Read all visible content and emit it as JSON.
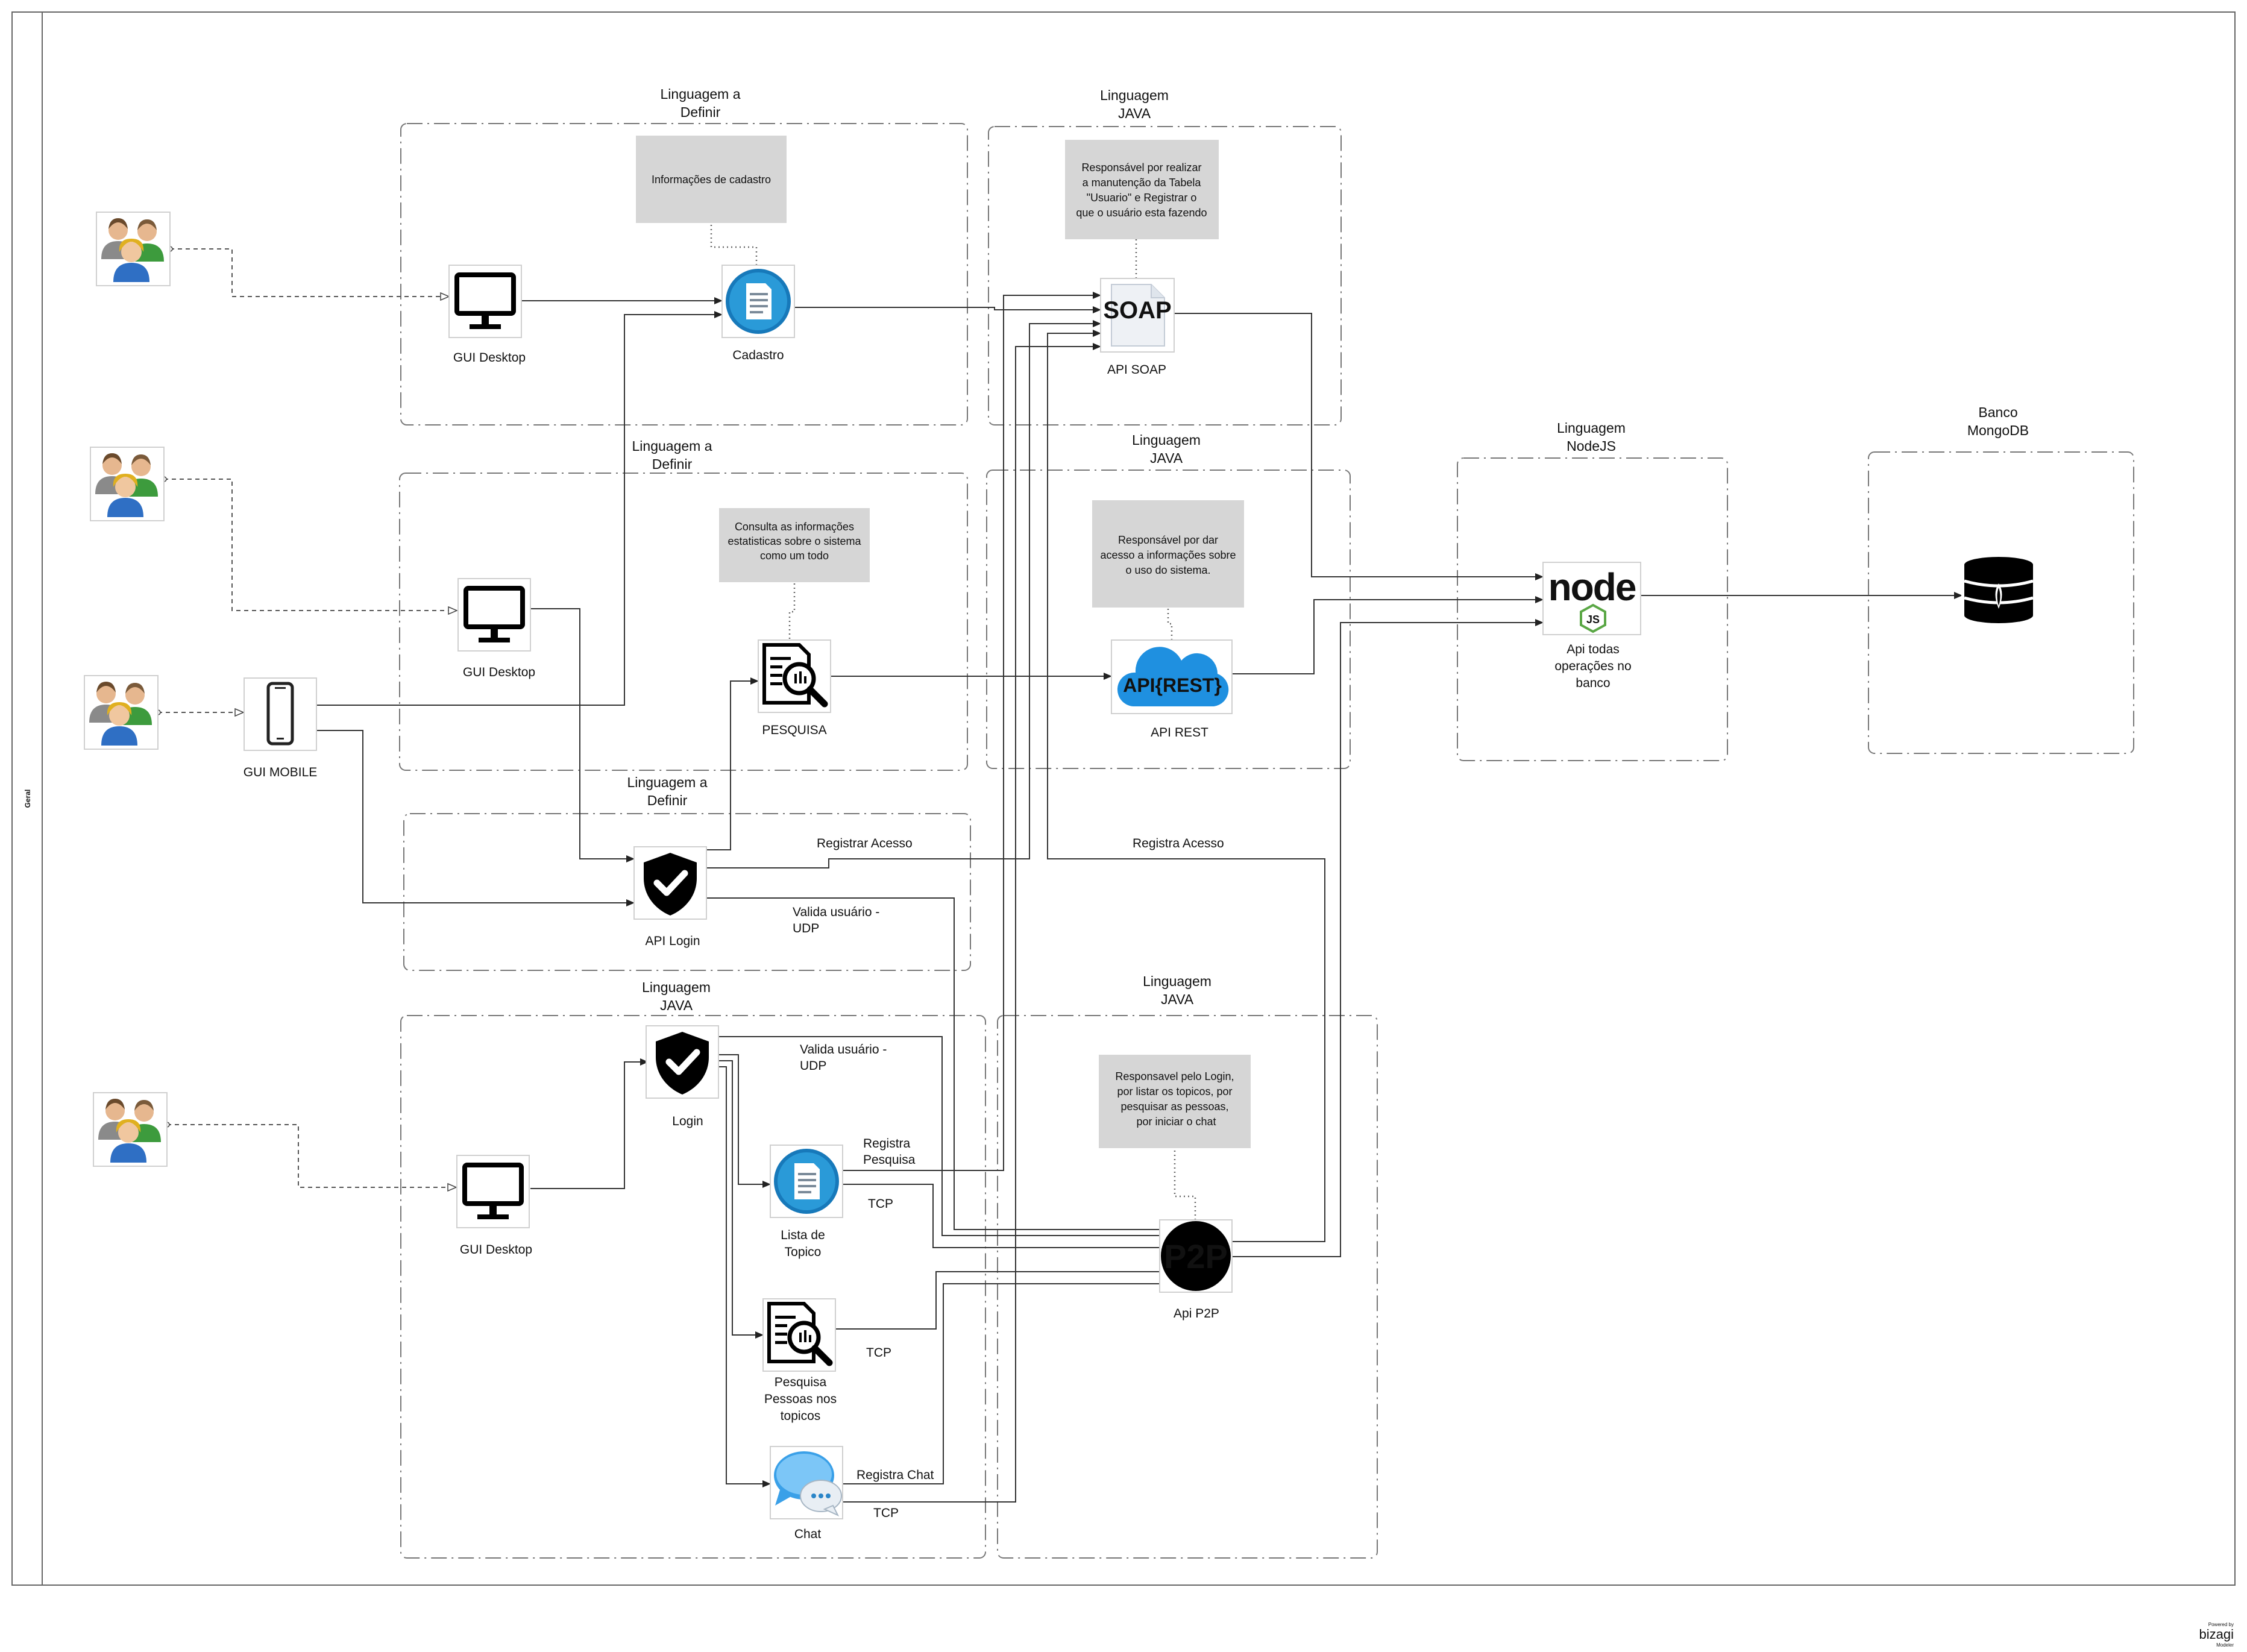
{
  "pool": {
    "label": "Geral"
  },
  "zones": {
    "cadastro": "Linguagem a Definir",
    "soap": "Linguagem JAVA",
    "pesquisa": "Linguagem a Definir",
    "rest": "Linguagem JAVA",
    "login": "Linguagem a Definir",
    "p2p_clients": "Linguagem JAVA",
    "p2p": "Linguagem JAVA",
    "node": "Linguagem NodeJS",
    "mongo": "Banco MongoDB"
  },
  "nodes": {
    "gui_desktop_1": "GUI Desktop",
    "cadastro": "Cadastro",
    "api_soap": "API SOAP",
    "gui_desktop_2": "GUI Desktop",
    "gui_mobile": "GUI MOBILE",
    "pesquisa": "PESQUISA",
    "api_rest": "API REST",
    "api_login": "API Login",
    "node_api": "Api todas operações no banco",
    "gui_desktop_3": "GUI Desktop",
    "login": "Login",
    "lista_topicos": "Lista de Topico",
    "pesquisa_pessoas": "Pesquisa Pessoas nos topicos",
    "chat": "Chat",
    "api_p2p": "Api P2P"
  },
  "icons": {
    "users": "users-group-icon",
    "monitor": "monitor-icon",
    "mobile": "smartphone-icon",
    "document": "document-icon",
    "soap": "soap-file-icon",
    "search_doc": "search-document-icon",
    "rest": "api-rest-cloud-icon",
    "shield": "shield-check-icon",
    "node": "nodejs-logo-icon",
    "database": "mongodb-database-icon",
    "chat": "chat-bubbles-icon",
    "p2p": "p2p-badge-icon"
  },
  "notes": {
    "cadastro": "Informações de cadastro",
    "soap": "Responsável por realizar a manutenção da Tabela \"Usuario\" e Registrar o que o usuário esta fazendo",
    "pesquisa": "Consulta as informações estatisticas sobre o sistema como um todo",
    "rest": "Responsável por dar acesso a informações sobre o uso do sistema.",
    "p2p": "Responsavel pelo Login, por listar os topicos, por pesquisar as pessoas,  por iniciar o chat"
  },
  "edge_labels": {
    "registrar_acesso": "Registrar Acesso",
    "registra_acesso": "Registra Acesso",
    "valida_udp_1": "Valida usuário - UDP",
    "valida_udp_2": "Valida usuário - UDP",
    "registra_pesquisa": "Registra Pesquisa",
    "tcp_1": "TCP",
    "tcp_2": "TCP",
    "tcp_3": "TCP",
    "registra_chat": "Registra Chat"
  },
  "watermark": {
    "powered": "Powered by",
    "brand": "bizagi",
    "product": "Modeler"
  }
}
